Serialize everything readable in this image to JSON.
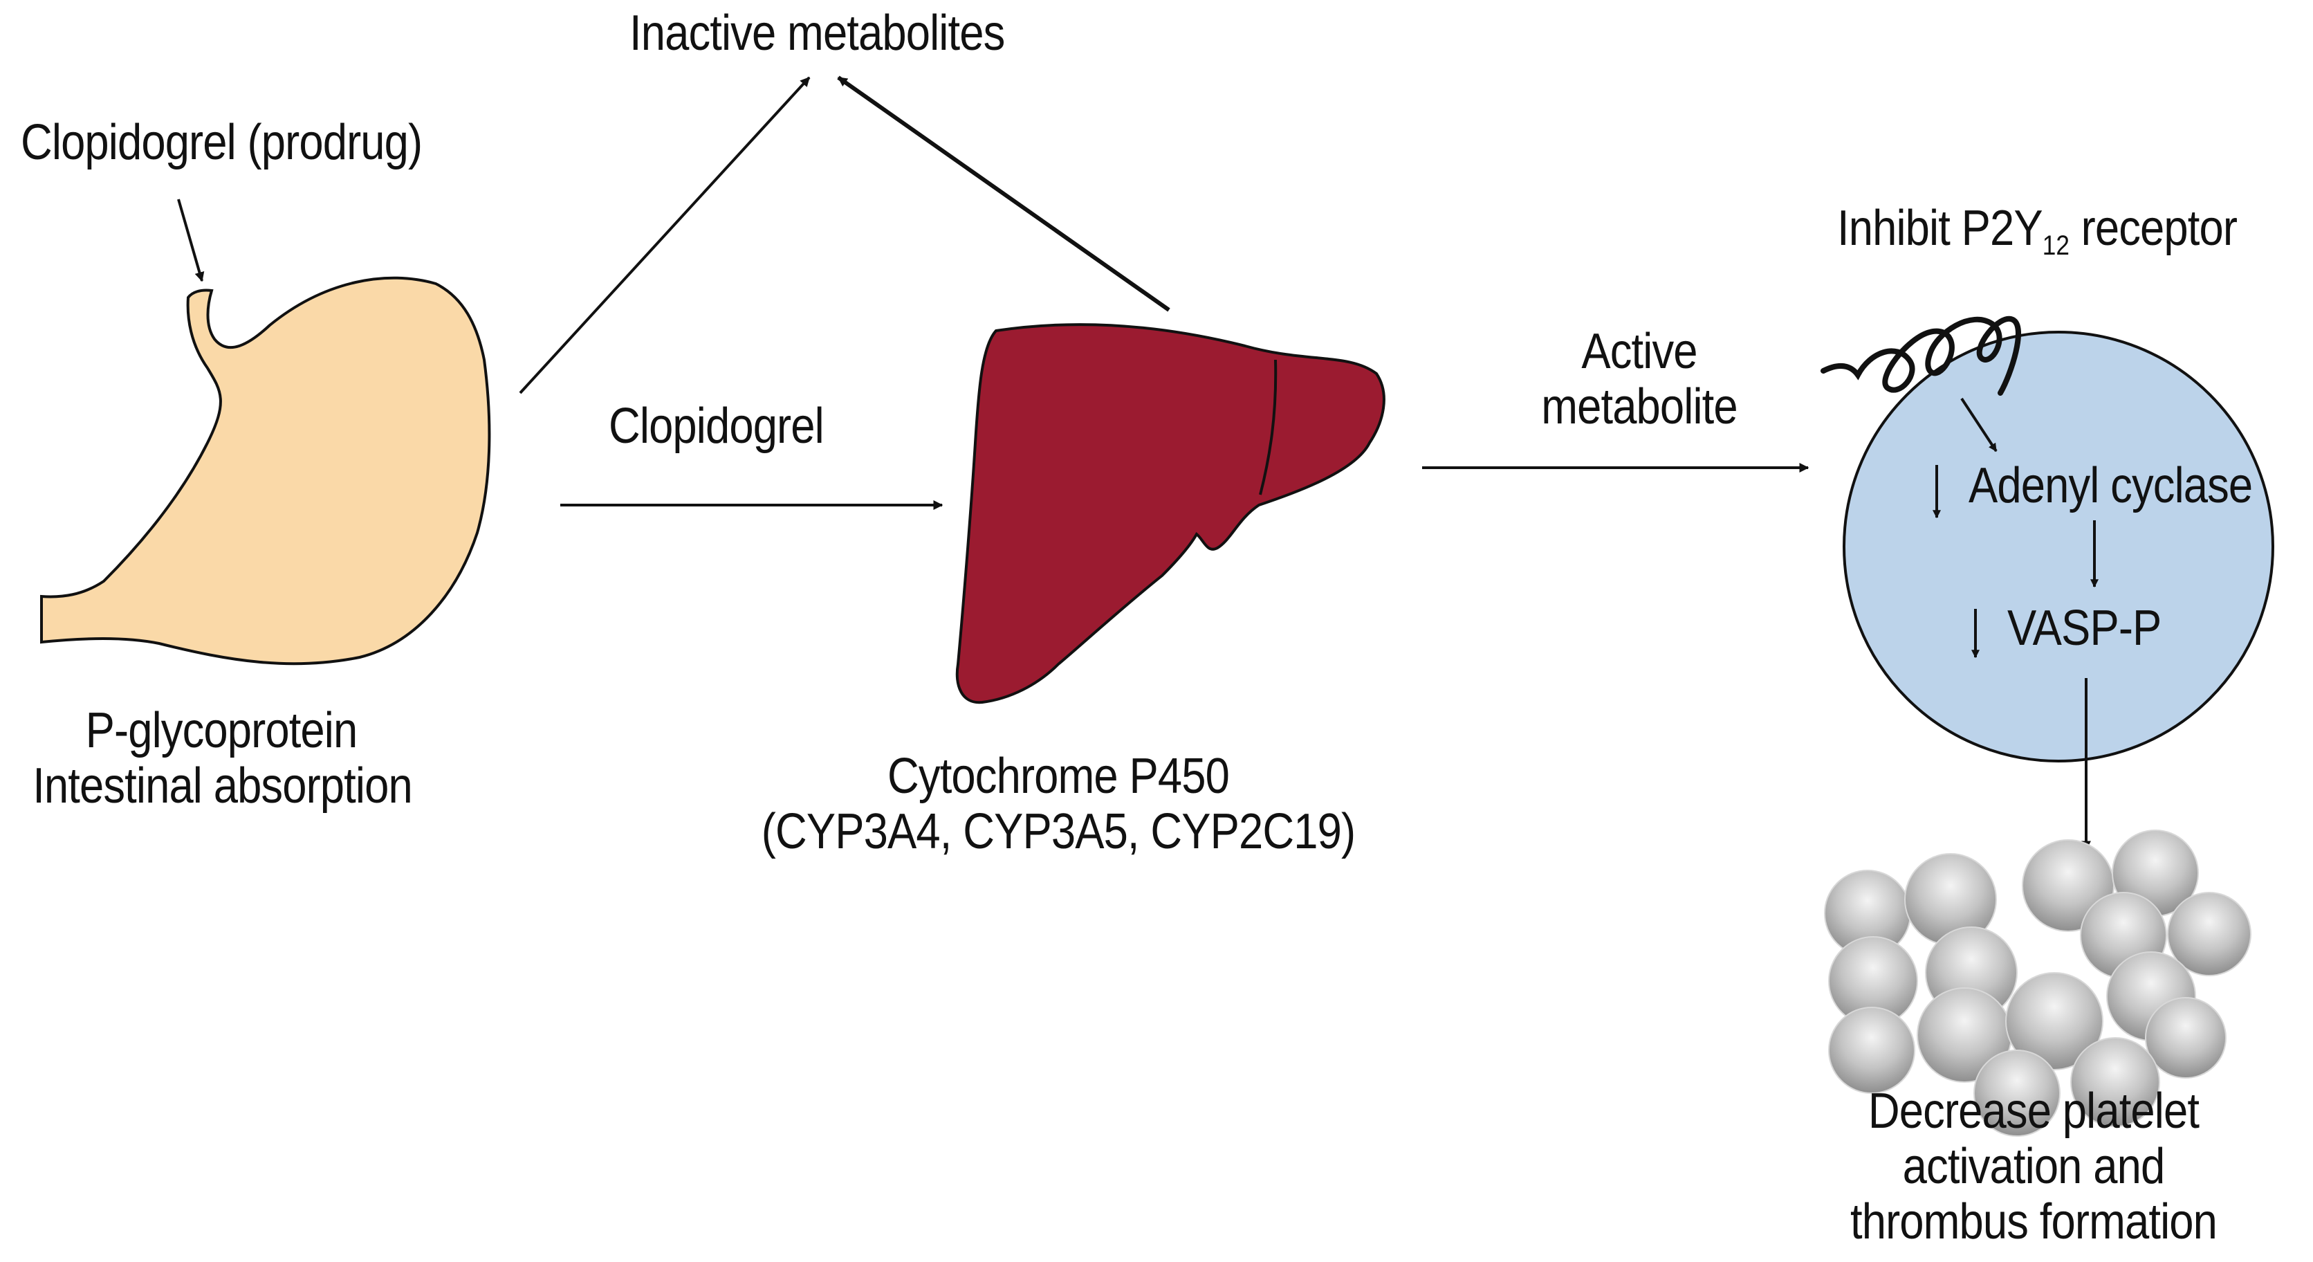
{
  "labels": {
    "inactive_metabolites": "Inactive metabolites",
    "clopidogrel_prodrug": "Clopidogrel (prodrug)",
    "clopidogrel": "Clopidogrel",
    "active_metabolite_line1": "Active",
    "active_metabolite_line2": "metabolite",
    "inhibit_receptor_main": "Inhibit P2Y",
    "inhibit_receptor_subscript": "12",
    "inhibit_receptor_tail": " receptor",
    "pglyco_line1": "P-glycoprotein",
    "pglyco_line2": "Intestinal absorption",
    "cyp_line1": "Cytochrome P450",
    "cyp_line2": "(CYP3A4, CYP3A5, CYP2C19)",
    "adenyl_cyclase": "Adenyl cyclase",
    "vasp_p": "VASP-P",
    "decrease_line1": "Decrease platelet",
    "decrease_line2": "activation and",
    "decrease_line3": "thrombus formation"
  },
  "colors": {
    "stomach": "#FAD9A8",
    "liver": "#9B1B30",
    "cell": "#BCD3EA",
    "platelet": "#B4B4B4",
    "ink": "#111111"
  },
  "icons": {
    "stomach": "stomach-illustration",
    "liver": "liver-illustration",
    "cell": "platelet-cell-circle",
    "receptor": "p2y12-receptor-coil",
    "platelets": "platelet-aggregate-cluster"
  }
}
